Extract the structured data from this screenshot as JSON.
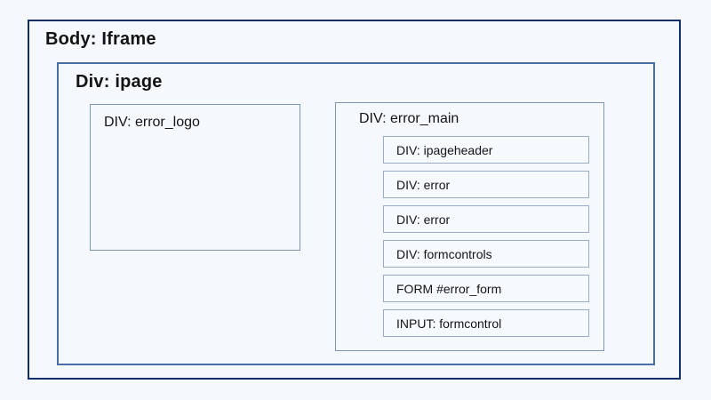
{
  "nodes": {
    "body": {
      "label": "Body: Iframe"
    },
    "ipage": {
      "label": "Div: ipage"
    },
    "error_logo": {
      "label": "DIV: error_logo"
    },
    "error_main": {
      "label": "DIV: error_main",
      "children": [
        "DIV: ipageheader",
        "DIV: error",
        "DIV: error",
        "DIV: formcontrols",
        "FORM #error_form",
        "INPUT: formcontrol"
      ]
    }
  },
  "colors": {
    "page_background": "#f5f8fc",
    "root_border": "#0e2f6a",
    "ipage_border": "#4a6da6",
    "section_border": "#7e93b6",
    "child_border": "#9aabc7",
    "text": "#141414"
  }
}
